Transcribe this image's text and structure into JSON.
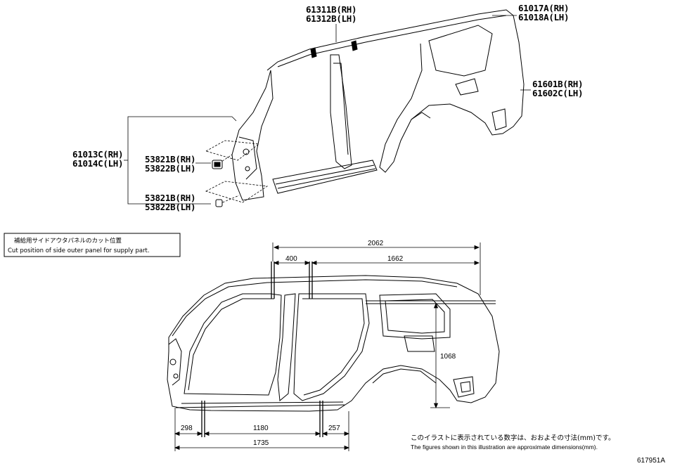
{
  "parts": {
    "roof_side": [
      "61311B(RH)",
      "61312B(LH)"
    ],
    "roof_rear": [
      "61017A(RH)",
      "61018A(LH)"
    ],
    "quarter": [
      "61601B(RH)",
      "61602C(LH)"
    ],
    "front_pillar": [
      "61013C(RH)",
      "61014C(LH)"
    ],
    "clip_upper": [
      "53821B(RH)",
      "53822B(LH)"
    ],
    "clip_lower": [
      "53821B(RH)",
      "53822B(LH)"
    ]
  },
  "cut_box": {
    "ja": "補給用サイドアウタパネルのカット位置",
    "en": "Cut position of side outer panel for supply part."
  },
  "dimensions": {
    "overall_top": "2062",
    "top_front": "400",
    "top_rear": "1662",
    "height": "1068",
    "bottom_front": "298",
    "bottom_mid": "1180",
    "bottom_rear": "257",
    "overall_bottom": "1735"
  },
  "footnote": {
    "ja": "このイラストに表示されている数字は、おおよその寸法(mm)です。",
    "en": "The figures shown in this illustration are approximate dimensions(mm)."
  },
  "figure_code": "617951A"
}
